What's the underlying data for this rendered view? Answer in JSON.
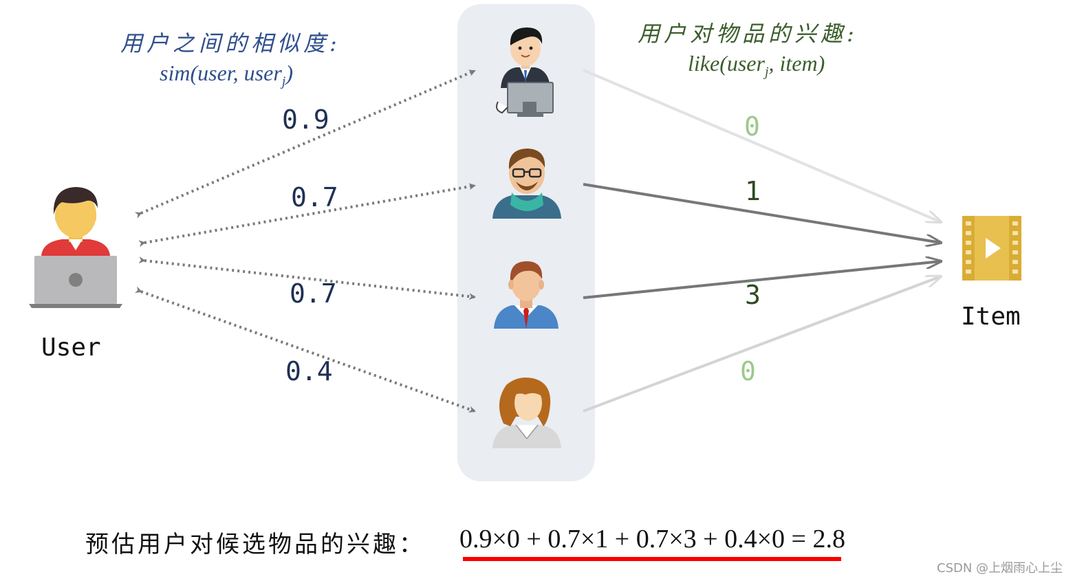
{
  "similarity_title": "用户之间的相似度:",
  "similarity_formula": {
    "main": "sim(user, user",
    "sub": "j",
    "close": ")"
  },
  "interest_title": "用户对物品的兴趣:",
  "interest_formula": {
    "main": "like(user",
    "sub": "j",
    "close": ", item)"
  },
  "user_label": "User",
  "item_label": "Item",
  "similarities": [
    "0.9",
    "0.7",
    "0.7",
    "0.4"
  ],
  "interests": [
    "0",
    "1",
    "3",
    "0"
  ],
  "prediction_label": "预估用户对候选物品的兴趣：",
  "prediction_formula": "0.9×0 + 0.7×1 + 0.7×3 + 0.4×0 = 2.8",
  "watermark": "CSDN @上烟雨心上尘",
  "colors": {
    "panel": "#eaedf2",
    "title_blue": "#2f4f8c",
    "title_green": "#3b5e2b",
    "underline": "#ff0000",
    "strong_arrow": "#777777",
    "faint_arrow": "#dddddd",
    "item_icon": "#e8c04f"
  },
  "icons": [
    "user-laptop-icon",
    "person-computer-icon",
    "person-glasses-scarf-icon",
    "person-tie-icon",
    "person-woman-icon",
    "video-file-icon"
  ]
}
